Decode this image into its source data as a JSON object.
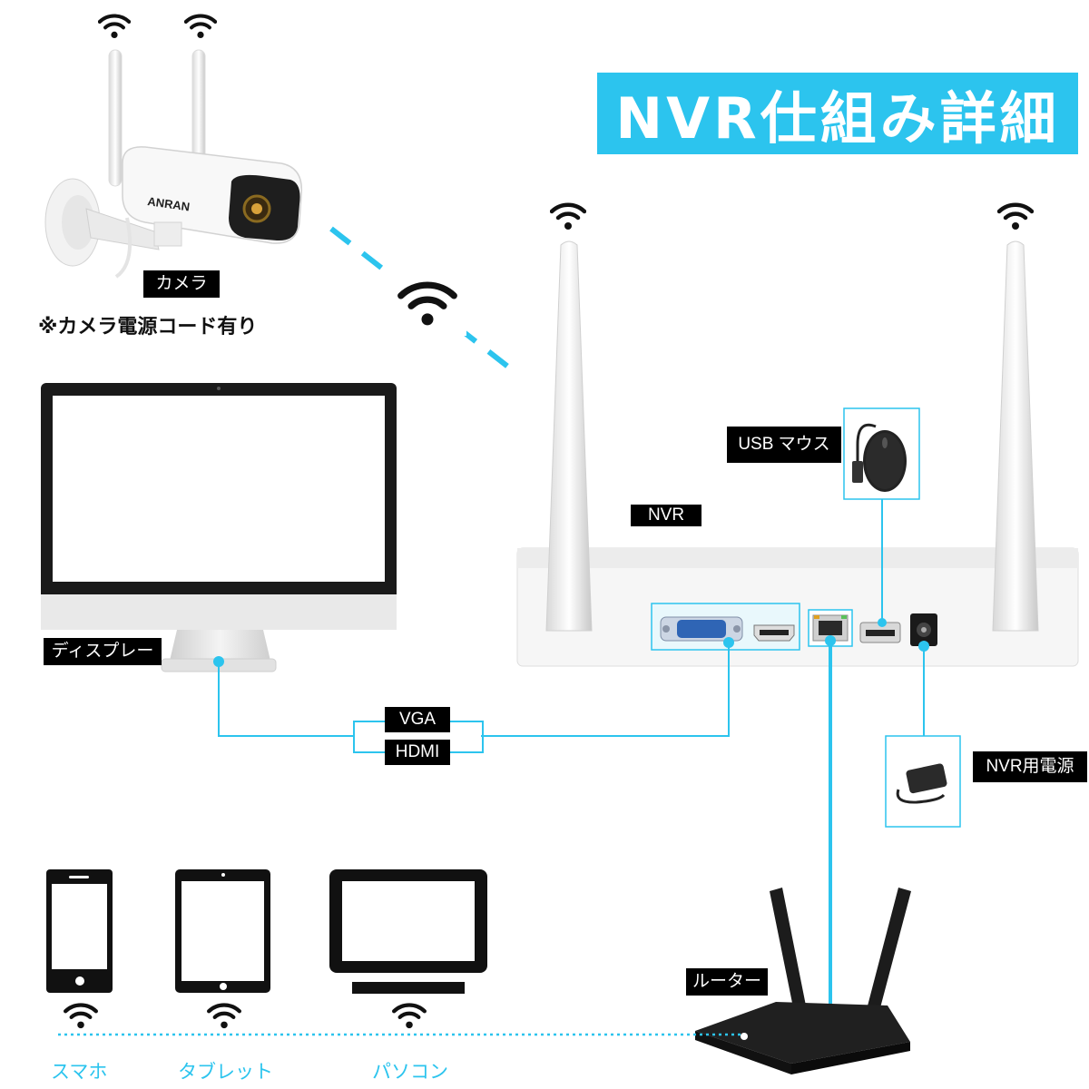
{
  "title": "NVR仕組み詳細",
  "labels": {
    "camera": "カメラ",
    "camera_note": "※カメラ電源コード有り",
    "display": "ディスプレー",
    "usb_mouse": "USB マウス",
    "nvr": "NVR",
    "vga": "VGA",
    "hdmi": "HDMI",
    "nvr_power": "NVR用電源",
    "router": "ルーター"
  },
  "devices": {
    "smartphone": "スマホ",
    "tablet": "タブレット",
    "pc": "パソコン"
  },
  "camera_brand": "ANRAN",
  "colors": {
    "accent": "#2cc4ee",
    "label_bg": "#000000",
    "label_fg": "#ffffff"
  },
  "icons": [
    "wifi-icon",
    "smartphone-icon",
    "tablet-icon",
    "laptop-icon",
    "router-icon",
    "mouse-icon",
    "power-adapter-icon",
    "vga-port-icon",
    "hdmi-port-icon",
    "ethernet-port-icon",
    "usb-port-icon",
    "dc-port-icon"
  ]
}
